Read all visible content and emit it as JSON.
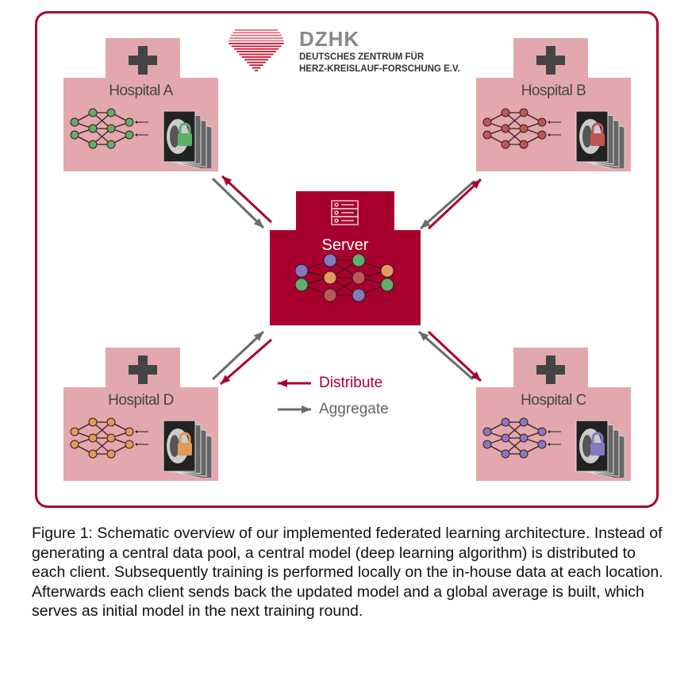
{
  "logo": {
    "abbr": "DZHK",
    "line1": "DEUTSCHES ZENTRUM FÜR",
    "line2": "HERZ-KREISLAUF-FORSCHUNG E.V."
  },
  "hospitals": [
    {
      "label": "Hospital A",
      "color": "#5fae6a"
    },
    {
      "label": "Hospital B",
      "color": "#c05558"
    },
    {
      "label": "Hospital D",
      "color": "#e09a5a"
    },
    {
      "label": "Hospital C",
      "color": "#8579c0"
    }
  ],
  "server": {
    "label": "Server"
  },
  "legend": {
    "distribute": "Distribute",
    "aggregate": "Aggregate",
    "distribute_color": "#a8002e",
    "aggregate_color": "#6b6b6b"
  },
  "caption": "Figure 1: Schematic overview of our implemented federated learning architecture. Instead of generating a central data pool, a central model (deep learning algorithm) is distributed to each client. Subsequently training is performed locally on the in-house data at each location. Afterwards each client sends back the updated model and a global average is built, which serves as initial model in the next training round."
}
